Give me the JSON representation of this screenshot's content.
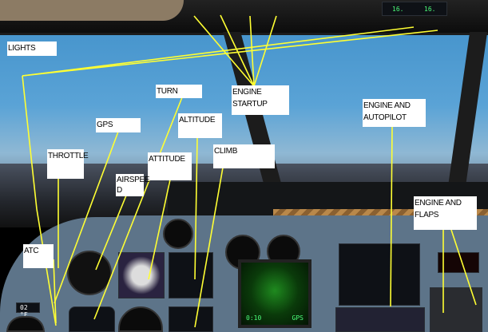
{
  "annotations": {
    "lights": "LIGHTS",
    "turn": "TURN",
    "engine_startup": "ENGINE STARTUP",
    "engine_autopilot": "ENGINE AND\nAUTOPILOT",
    "gps": "GPS",
    "altitude": "ALTITUDE",
    "climb": "CLIMB",
    "throttle": "THROTTLE",
    "attitude": "ATTITUDE",
    "airspeed": "AIRSPEE\nD",
    "atc": "ATC",
    "engine_flaps": "ENGINE AND FLAPS"
  },
  "instruments": {
    "temp_readout": "02 °F",
    "overhead_readout_left": "16.",
    "overhead_readout_right": "16.",
    "radar_left": "0:10",
    "radar_right": "GPS"
  },
  "colors": {
    "annotation_line": "#ffff33",
    "annotation_box": "#ffffff",
    "panel": "#5d7489",
    "radar": "#1f8a1f"
  }
}
